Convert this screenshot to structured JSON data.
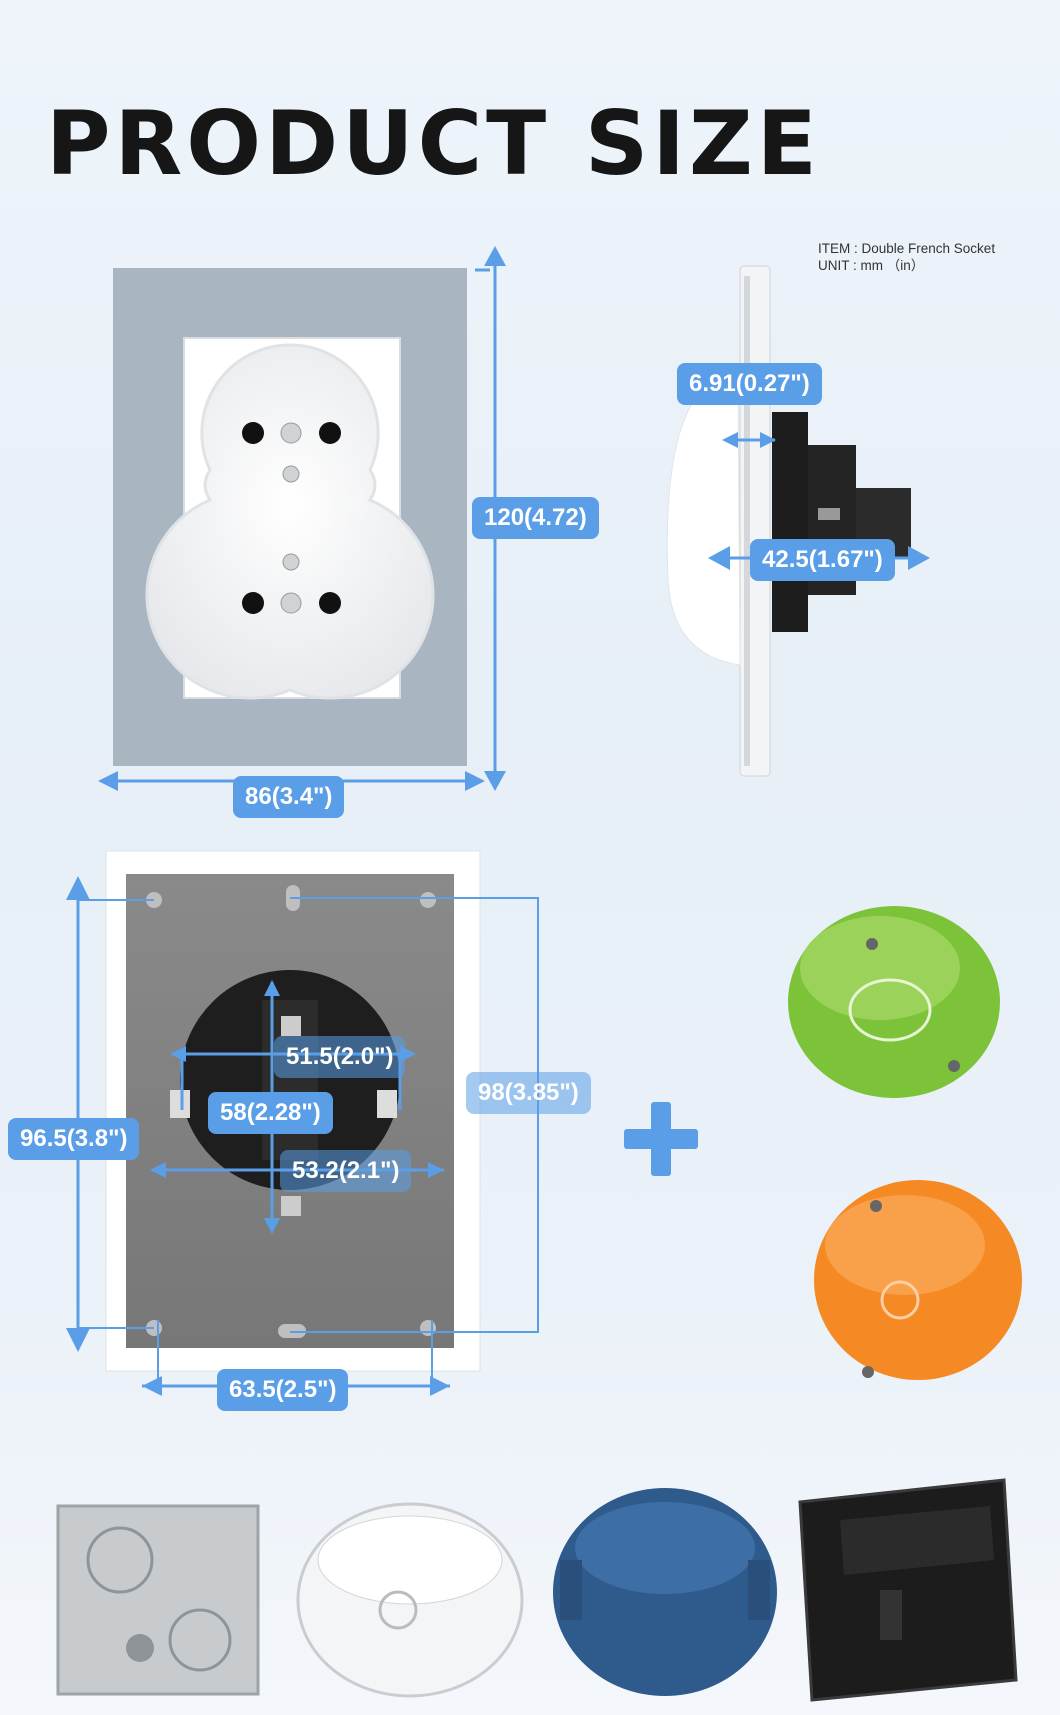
{
  "title": "PRODUCT SIZE",
  "item_info": {
    "item": "ITEM : Double French Socket",
    "unit": "UNIT : mm （in）"
  },
  "dimensions": {
    "width": "86(3.4\")",
    "height": "120(4.72)",
    "plate_depth": "6.91(0.27\")",
    "total_depth": "42.5(1.67\")",
    "back_height": "96.5(3.8\")",
    "hole_height": "98(3.85\")",
    "hole_spacing": "63.5(2.5\")",
    "box_outer": "51.5(2.0\")",
    "box_mid": "58(2.28\")",
    "box_inner": "53.2(2.1\")"
  },
  "colors": {
    "accent": "#5b9ee8",
    "glass_panel": "#a9b6c2",
    "box_green": "#7cc33a",
    "box_orange": "#f58a24",
    "box_blue": "#2f5b8c",
    "box_black": "#1c1c1c"
  },
  "plus_symbol": "+"
}
